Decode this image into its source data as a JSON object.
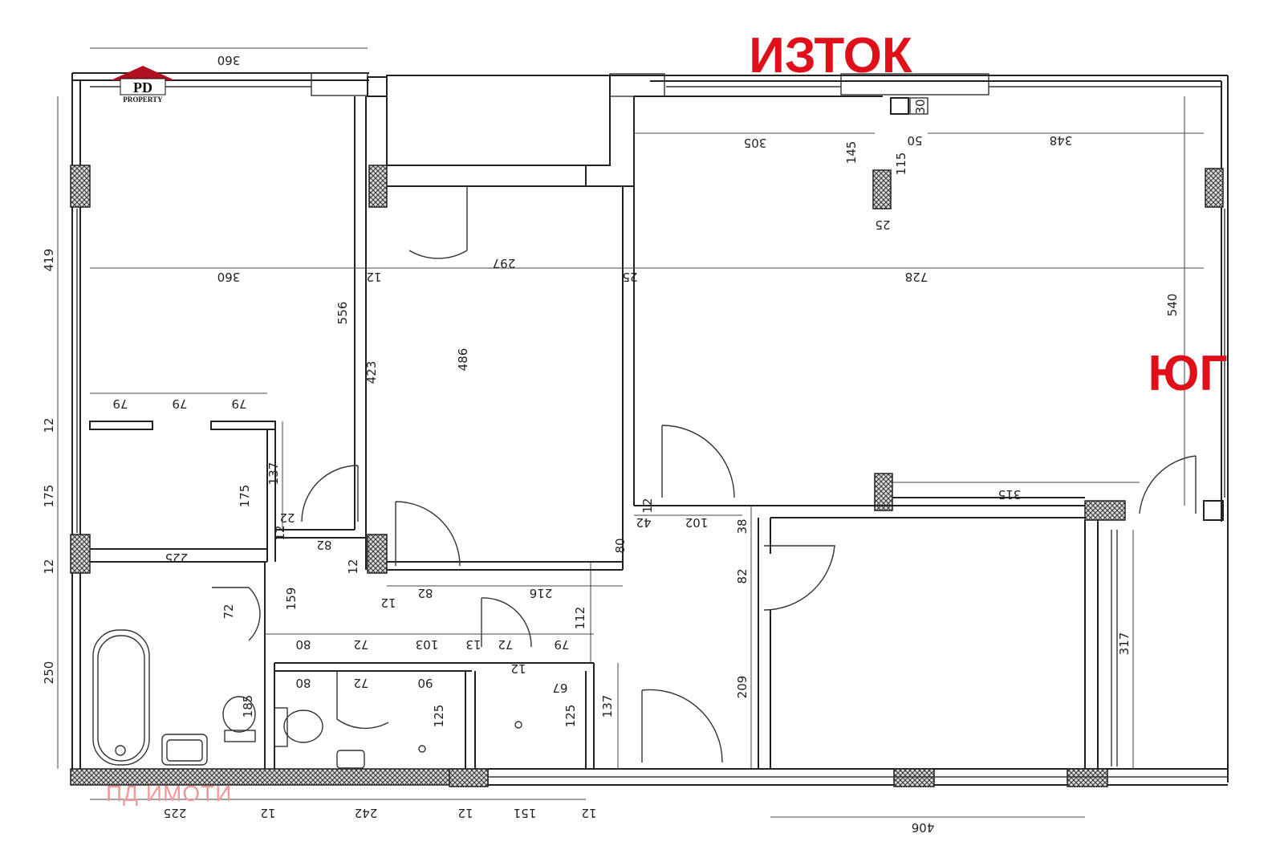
{
  "directions": {
    "east": "ИЗТОК",
    "south": "ЮГ"
  },
  "watermark": "ПД ИМОТИ",
  "logo": {
    "text": "PROPERTY",
    "mark": "PD"
  },
  "dimensions": {
    "d360_top": "360",
    "d305": "305",
    "d145": "145",
    "d30": "30",
    "d50": "50",
    "d115": "115",
    "d348": "348",
    "d25_chimney": "25",
    "d419": "419",
    "d360_mid": "360",
    "d12_a": "12",
    "d297": "297",
    "d25_mid": "25",
    "d728": "728",
    "d556": "556",
    "d540": "540",
    "d486": "486",
    "d423": "423",
    "d79_a": "79",
    "d79_b": "79",
    "d79_c": "79",
    "d12_left1": "12",
    "d175_left": "175",
    "d137_a": "137",
    "d175_in": "175",
    "d22": "22",
    "d12_small": "12",
    "d225_mid": "225",
    "d82_a": "82",
    "d12_left2": "12",
    "d12_b": "12",
    "d315": "315",
    "d42": "42",
    "d12_c": "12",
    "d102": "102",
    "d38": "38",
    "d80_v": "80",
    "d82_b": "82",
    "d12_d": "12",
    "d216": "216",
    "d82_c": "82",
    "d72_a": "72",
    "d159": "159",
    "d112": "112",
    "d250": "250",
    "d80_a": "80",
    "d72_b": "72",
    "d103": "103",
    "d13": "13",
    "d72_c": "72",
    "d79_d": "79",
    "d12_e": "12",
    "d67": "67",
    "d80_b": "80",
    "d72_d": "72",
    "d90": "90",
    "d137_b": "137",
    "d125_a": "125",
    "d125_b": "125",
    "d209": "209",
    "d185": "185",
    "d317": "317",
    "d225_bot": "225",
    "d12_f": "12",
    "d242": "242",
    "d12_g": "12",
    "d151": "151",
    "d12_h": "12",
    "d406": "406"
  }
}
